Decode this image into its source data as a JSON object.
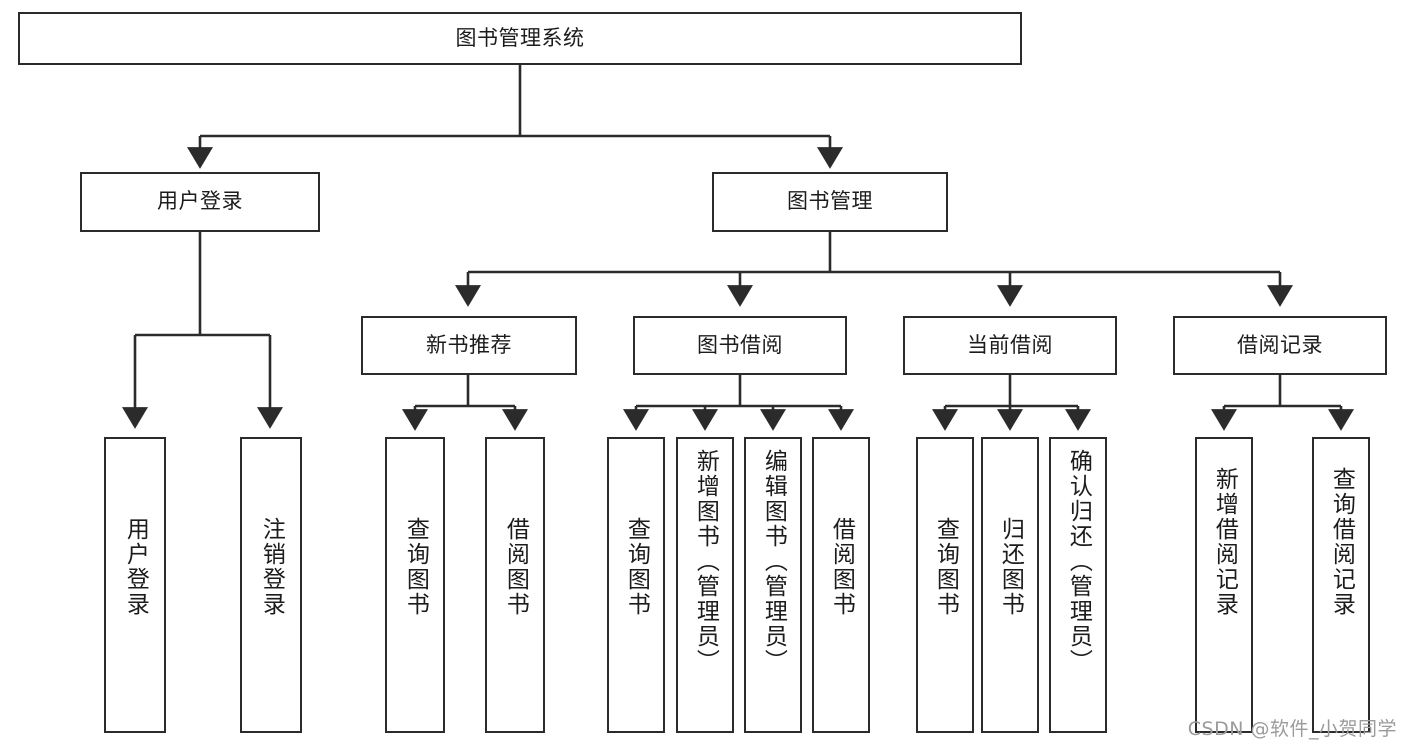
{
  "diagram": {
    "title": "图书管理系统",
    "type": "tree",
    "root": {
      "label": "图书管理系统"
    },
    "level2": [
      {
        "label": "用户登录"
      },
      {
        "label": "图书管理"
      }
    ],
    "level3": [
      {
        "label": "新书推荐"
      },
      {
        "label": "图书借阅"
      },
      {
        "label": "当前借阅"
      },
      {
        "label": "借阅记录"
      }
    ],
    "leaves": {
      "user_login": [
        {
          "label": "用户登录"
        },
        {
          "label": "注销登录"
        }
      ],
      "new_book_recommend": [
        {
          "label": "查询图书"
        },
        {
          "label": "借阅图书"
        }
      ],
      "book_borrow": [
        {
          "label": "查询图书"
        },
        {
          "label": "新增图书（管理员）"
        },
        {
          "label": "编辑图书（管理员）"
        },
        {
          "label": "借阅图书"
        }
      ],
      "current_borrow": [
        {
          "label": "查询图书"
        },
        {
          "label": "归还图书"
        },
        {
          "label": "确认归还（管理员）"
        }
      ],
      "borrow_record": [
        {
          "label": "新增借阅记录"
        },
        {
          "label": "查询借阅记录"
        }
      ]
    }
  },
  "watermark": {
    "text": "CSDN @软件_小贺同学"
  },
  "colors": {
    "stroke": "#2b2b2b",
    "background": "#ffffff",
    "text": "#1c1c1c",
    "watermark": "#9b9b9b"
  }
}
